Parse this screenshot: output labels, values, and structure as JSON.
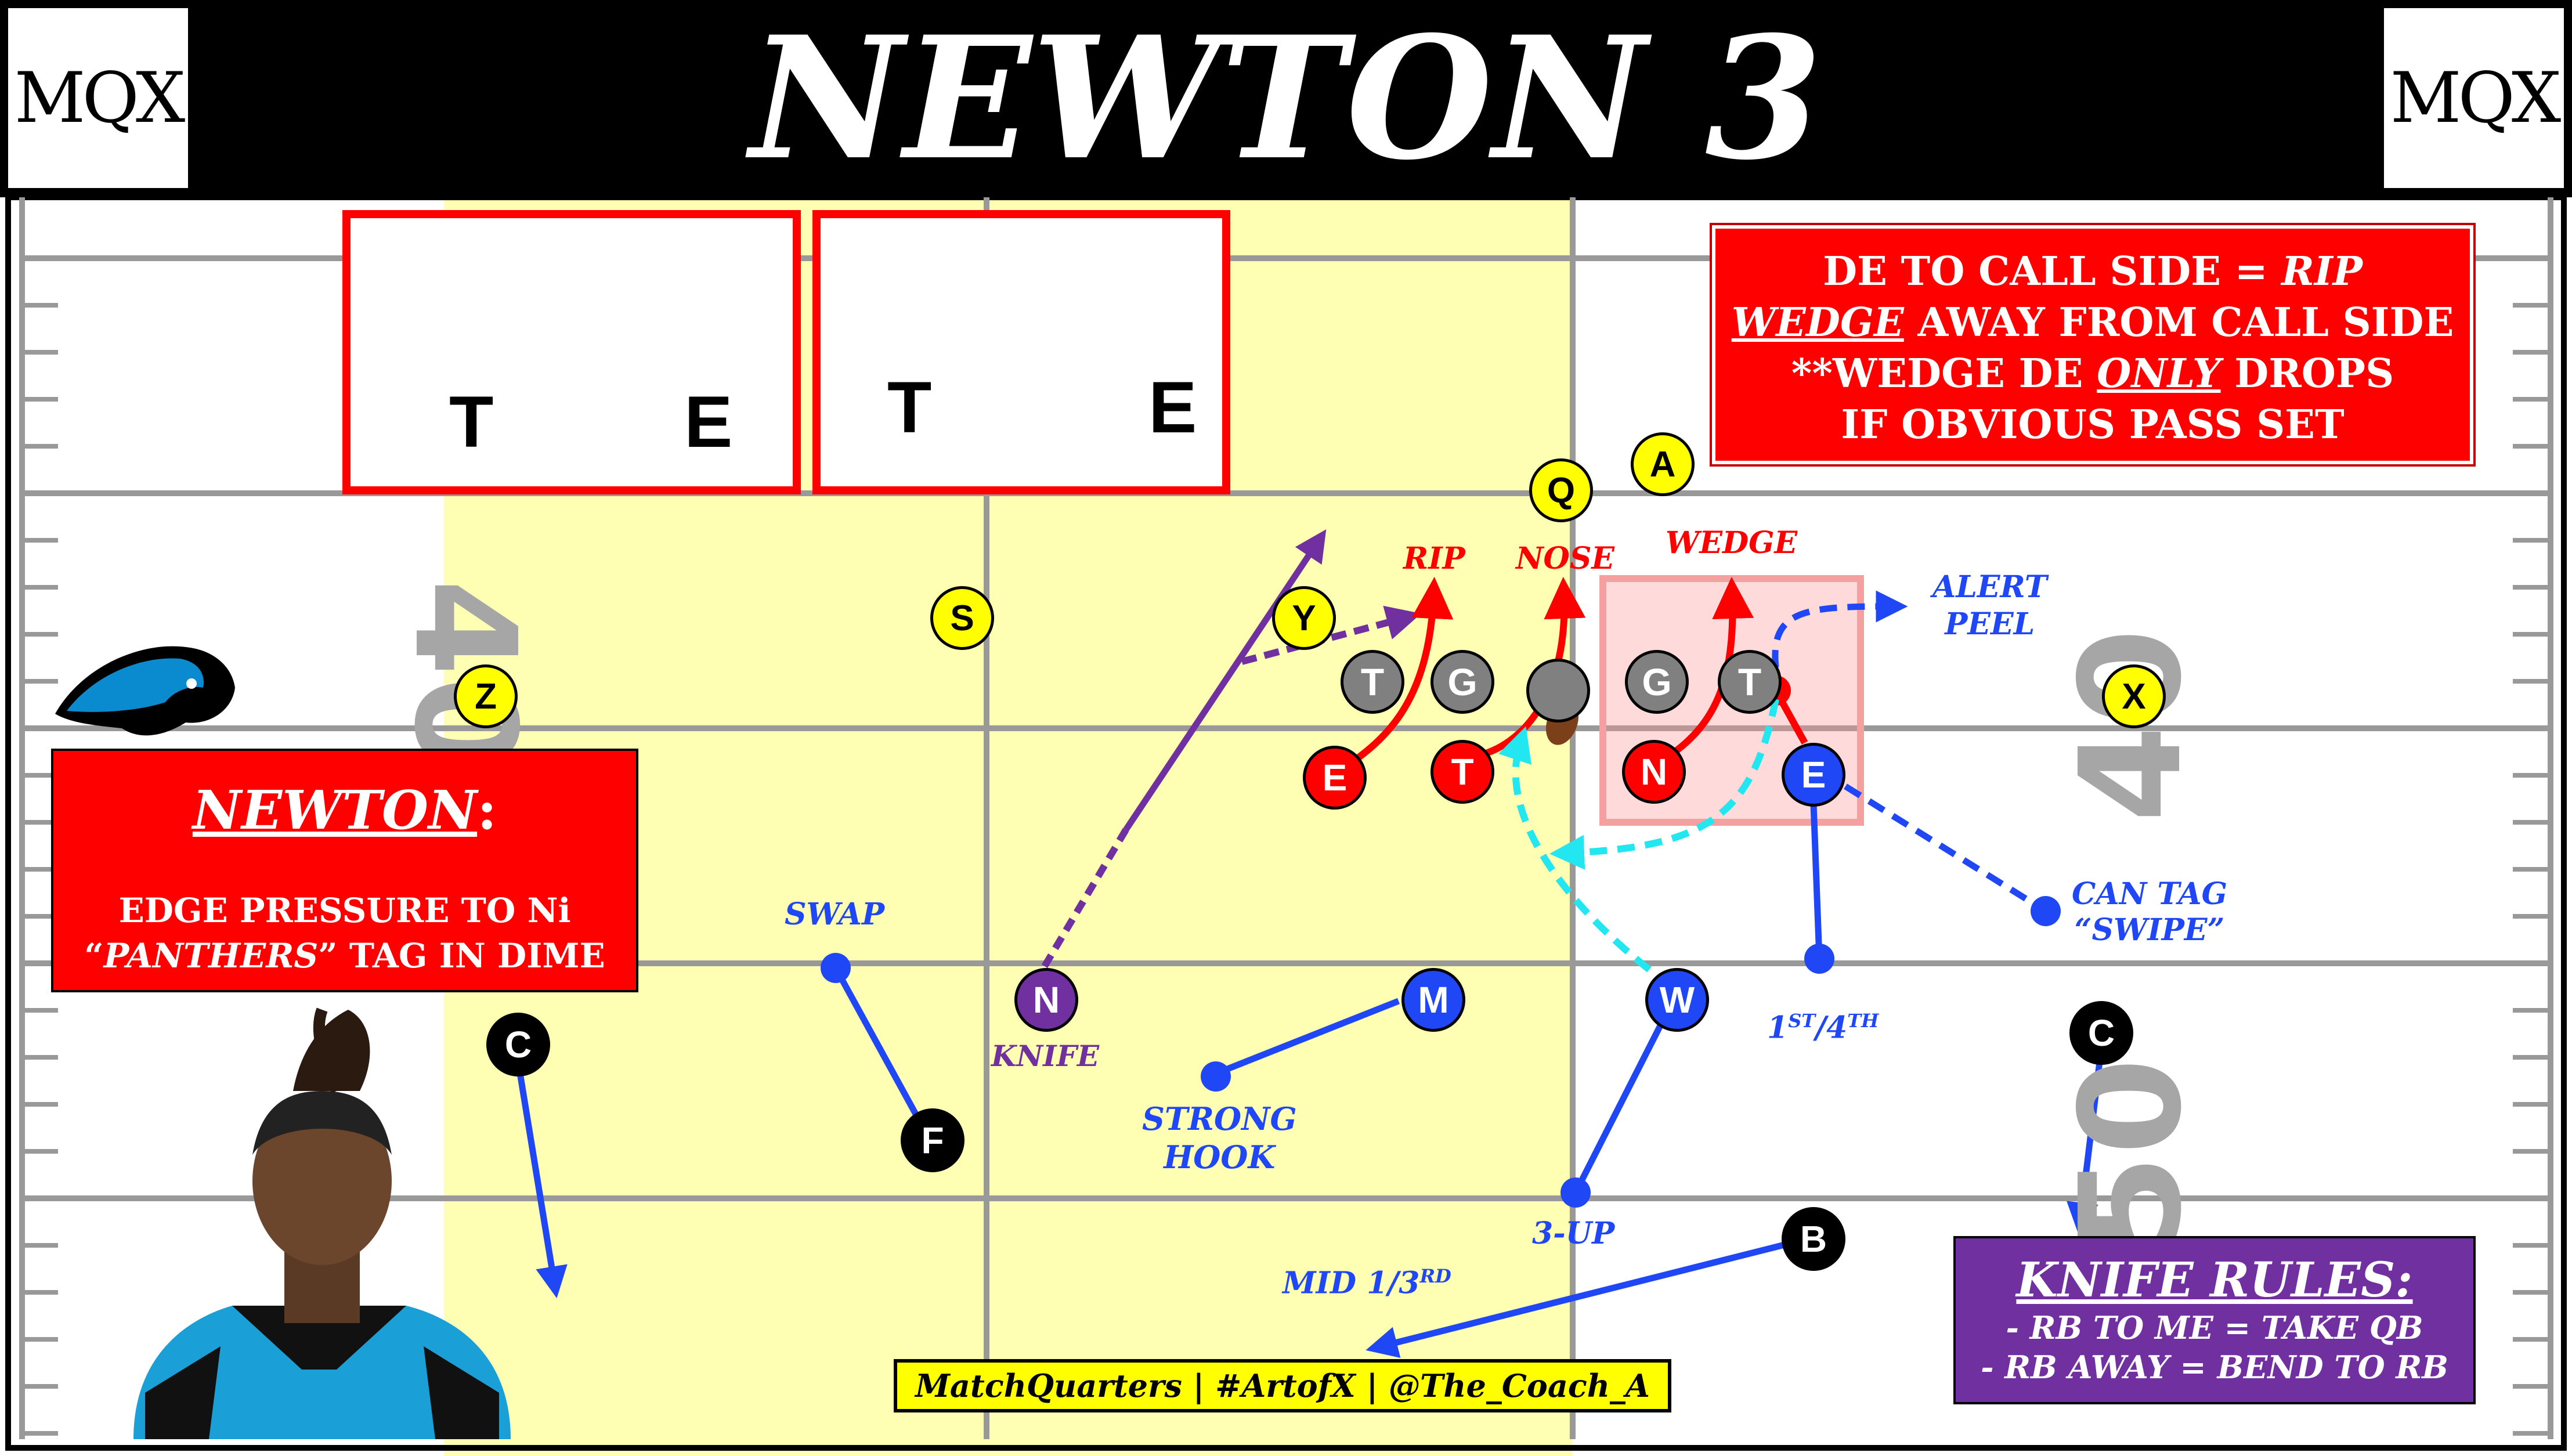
{
  "header": {
    "title": "NEWTON 3",
    "logo_left": "MQX",
    "logo_right": "MQX"
  },
  "colors": {
    "field_highlight": "#ffffb3",
    "red": "#ff0000",
    "blue": "#1f47f5",
    "purple": "#7030a0",
    "cyan": "#22e6f0",
    "yellow": "#ffff00"
  },
  "technique": {
    "left_tech_label": "T",
    "left_end_label": "E",
    "right_tech_label": "T",
    "right_end_label": "E"
  },
  "rules": {
    "line1_pre": "DE TO CALL SIDE = ",
    "line1_em": "RIP",
    "line2_em": "WEDGE",
    "line2_post": " AWAY FROM CALL SIDE",
    "line3_pre": "**WEDGE DE ",
    "line3_em": "ONLY",
    "line3_post": " DROPS",
    "line4": "IF OBVIOUS PASS SET"
  },
  "newton": {
    "title": "NEWTON",
    "colon": ":",
    "body1": "EDGE PRESSURE TO Ni",
    "body2_open": "“",
    "body2_em": "PANTHERS",
    "body2_post": "” TAG IN DIME"
  },
  "knife_rules": {
    "title": "KNIFE RULES:",
    "line1": "-   RB TO ME = TAKE QB",
    "line2": "-  RB AWAY = BEND TO RB"
  },
  "credit": "MatchQuarters | #ArtofX | @The_Coach_A",
  "yard_numbers": {
    "left": "40",
    "right_top": "40",
    "right_bottom": "50"
  },
  "labels": {
    "rip": "RIP",
    "nose": "NOSE",
    "wedge": "WEDGE",
    "alert1": "ALERT",
    "alert2": "PEEL",
    "swap": "SWAP",
    "knife": "KNIFE",
    "strong1": "STRONG",
    "strong2": "HOOK",
    "three_up": "3-UP",
    "mid_base": "MID 1/3",
    "mid_sup": "RD",
    "first_a": "1",
    "first_sup1": "ST",
    "first_b": "/4",
    "first_sup2": "TH",
    "can_tag1": "CAN TAG",
    "can_tag2": "“SWIPE”"
  },
  "offense": {
    "Q": "Q",
    "A": "A",
    "Y": "Y",
    "S": "S",
    "Z": "Z",
    "X": "X",
    "T1": "T",
    "G1": "G",
    "G2": "G",
    "T2": "T"
  },
  "defense": {
    "E_left": "E",
    "T_left": "T",
    "N": "N",
    "E_right": "E",
    "W": "W",
    "M": "M",
    "N_knife": "N",
    "F": "F",
    "C_left": "C",
    "C_right": "C",
    "B": "B"
  }
}
